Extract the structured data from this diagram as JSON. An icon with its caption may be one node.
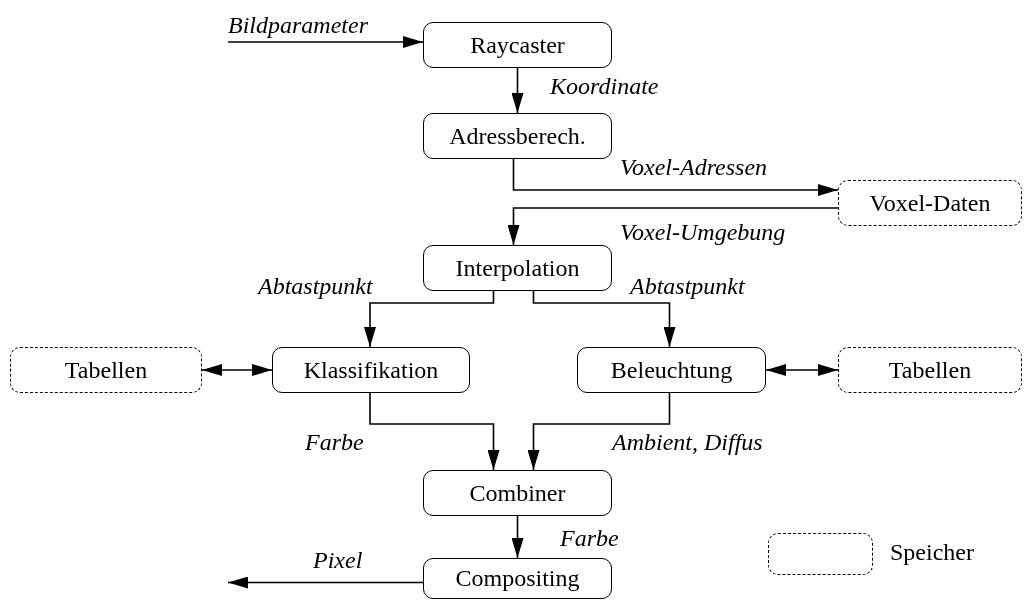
{
  "diagram": {
    "nodes": [
      {
        "text": [
          "Raycaster"
        ]
      },
      {
        "text": [
          "Adressberech."
        ]
      },
      {
        "text": [
          "Voxel-Daten"
        ]
      },
      {
        "text": [
          "Interpolation"
        ]
      },
      {
        "text": [
          "Tabellen"
        ]
      },
      {
        "text": [
          "Klassifikation"
        ]
      },
      {
        "text": [
          "Beleuchtung"
        ]
      },
      {
        "text": [
          "Tabellen"
        ]
      },
      {
        "text": [
          "Combiner"
        ]
      },
      {
        "text": [
          "Compositing"
        ]
      }
    ],
    "edges": [
      {
        "from": null,
        "to": 0,
        "arrow": "to",
        "label": "Bildparameter"
      },
      {
        "from": 0,
        "to": 1,
        "arrow": "to",
        "label": "Koordinate"
      },
      {
        "from": 1,
        "to": 2,
        "arrow": "to",
        "label": "Voxel-Adressen"
      },
      {
        "from": 2,
        "to": 3,
        "arrow": "to",
        "label": "Voxel-Umgebung"
      },
      {
        "from": 3,
        "to": 5,
        "arrow": "to",
        "label": "Abtastpunkt"
      },
      {
        "from": 3,
        "to": 6,
        "arrow": "to",
        "label": "Abtastpunkt"
      },
      {
        "from": 4,
        "to": 5,
        "arrow": "both"
      },
      {
        "from": 6,
        "to": 7,
        "arrow": "both"
      },
      {
        "from": 5,
        "to": 8,
        "arrow": "to",
        "label": "Farbe"
      },
      {
        "from": 6,
        "to": 8,
        "arrow": "to",
        "label": "Ambient, Diffus"
      },
      {
        "from": 8,
        "to": 9,
        "arrow": "to",
        "label": "Farbe"
      },
      {
        "from": 9,
        "to": null,
        "arrow": "to",
        "label": "Pixel"
      }
    ],
    "legend": [
      {
        "text": "Speicher"
      }
    ]
  }
}
